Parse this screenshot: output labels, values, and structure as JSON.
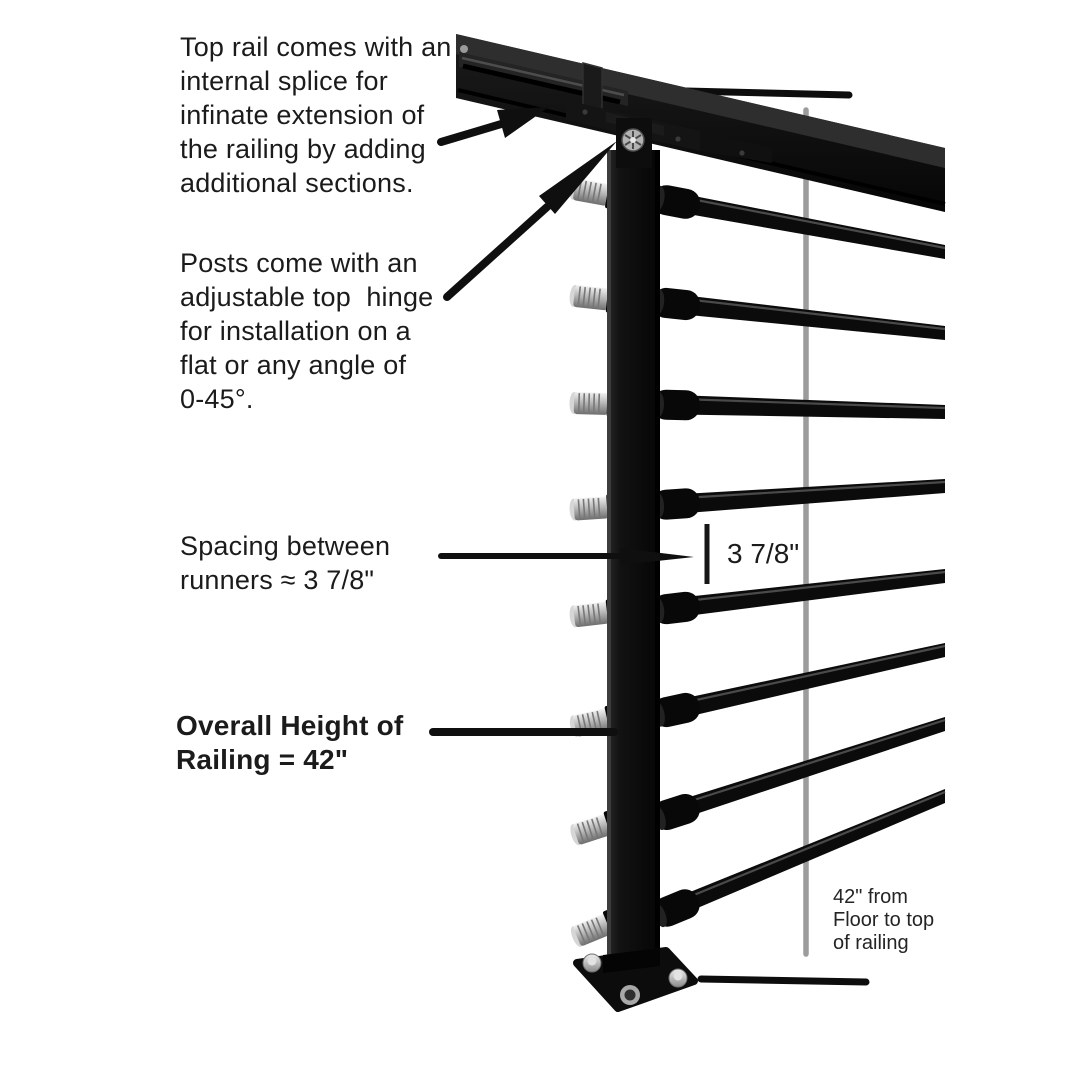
{
  "figure": {
    "description_names": {
      "top_rail": "top-rail",
      "post": "railing-post",
      "runners": "runner-bars",
      "base": "base-plate"
    },
    "colors": {
      "background": "#ffffff",
      "ink": "#1b1b1b",
      "metal_black": "#0d0d0d",
      "stud_silver": "#c0c0c0",
      "measure_gray": "#9c9c9c"
    }
  },
  "annotations": {
    "splice_note": {
      "lines": [
        "Top rail comes with an",
        "internal splice for",
        "infinate extension of",
        "the railing by adding",
        "additional sections."
      ]
    },
    "hinge_note": {
      "lines": [
        "Posts come with an",
        "adjustable top  hinge",
        "for installation on a",
        "flat or any angle of",
        "0-45°."
      ]
    },
    "spacing_note": {
      "lines": [
        "Spacing between",
        "runners ≈ 3 7/8\""
      ]
    },
    "spacing_dim_label": "3 7/8\"",
    "height_note": {
      "lines": [
        "Overall Height of",
        "Railing = 42\""
      ]
    },
    "floor_note": {
      "lines": [
        "42\" from",
        "Floor to top",
        "of railing"
      ]
    }
  }
}
